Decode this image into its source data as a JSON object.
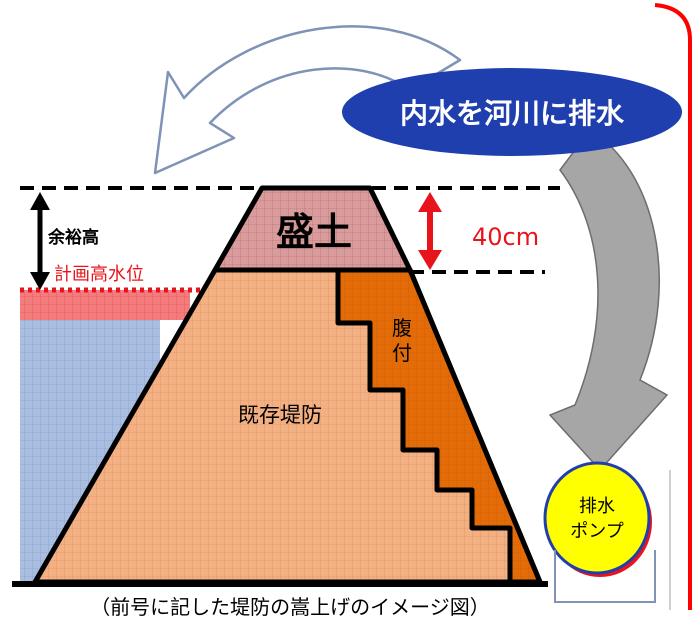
{
  "labels": {
    "drain_to_river": "内水を河川に排水",
    "fill": "盛土",
    "raise_height": "40cm",
    "freeboard": "余裕高",
    "planned_high_water": "計画高水位",
    "buttress": "腹付",
    "existing_levee": "既存堤防",
    "pump": "排水ポンプ",
    "pump_line1": "排水",
    "pump_line2": "ポンプ",
    "caption": "（前号に記した堤防の嵩上げのイメージ図）"
  },
  "colors": {
    "levee_fill": "#F3B183",
    "fill_top": "#D99B9B",
    "buttress": "#E36C09",
    "water": "#9DB3D9",
    "water_high": "#F06A6A",
    "label_ellipse": "#1F3FAF",
    "pump_circle": "#FFFF00",
    "frame_border": "#FF0000",
    "arrow_fill": "#A6A6A6",
    "accent_red": "#E8141C"
  }
}
